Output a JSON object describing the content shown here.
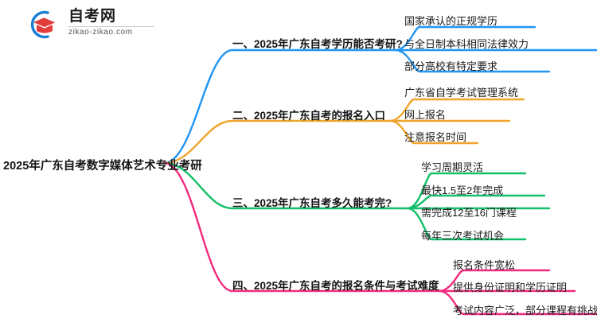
{
  "logo": {
    "name_cn": "自考网",
    "domain": "zikao-zikao.com",
    "mark_arc_color": "#1b7fd4",
    "mark_cap_color": "#e23c3c"
  },
  "mindmap": {
    "root": "2025年广东自考数字媒体艺术专业考研",
    "branches": [
      {
        "label": "一、2025年广东自考学历能否考研?",
        "color": "#2196f3",
        "leaves": [
          "国家承认的正规学历",
          "与全日制本科相同法律效力",
          "部分高校有特定要求"
        ]
      },
      {
        "label": "二、2025年广东自考的报名入口",
        "color": "#f0a52a",
        "leaves": [
          "广东省自学考试管理系统",
          "网上报名",
          "注意报名时间"
        ]
      },
      {
        "label": "三、2025年广东自考多久能考完?",
        "color": "#12bf6a",
        "leaves": [
          "学习周期灵活",
          "最快1.5至2年完成",
          "需完成12至16门课程",
          "每年三次考试机会"
        ]
      },
      {
        "label": "四、2025年广东自考的报名条件与考试难度",
        "color": "#f22a7d",
        "leaves": [
          "报名条件宽松",
          "提供身份证明和学历证明",
          "考试内容广泛，部分课程有挑战性"
        ]
      }
    ]
  }
}
